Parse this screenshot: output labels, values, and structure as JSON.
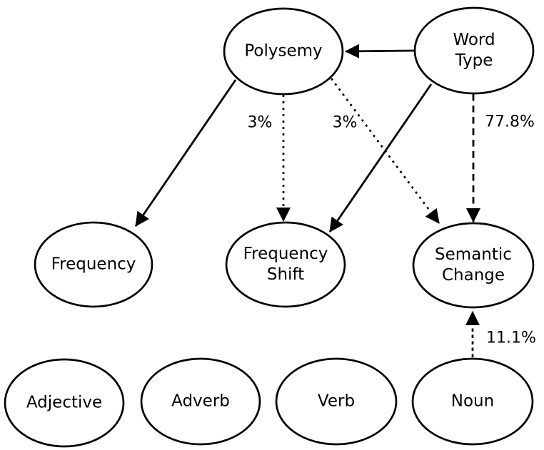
{
  "diagram": {
    "type": "directed-graph",
    "colors": {
      "background": "#ffffff",
      "stroke": "#000000",
      "text": "#000000"
    },
    "nodes": {
      "polysemy": {
        "label": "Polysemy"
      },
      "word_type": {
        "line1": "Word",
        "line2": "Type"
      },
      "frequency": {
        "label": "Frequency"
      },
      "frequency_shift": {
        "line1": "Frequency",
        "line2": "Shift"
      },
      "semantic_change": {
        "line1": "Semantic",
        "line2": "Change"
      },
      "adjective": {
        "label": "Adjective"
      },
      "adverb": {
        "label": "Adverb"
      },
      "verb": {
        "label": "Verb"
      },
      "noun": {
        "label": "Noun"
      }
    },
    "edges": [
      {
        "from": "Word Type",
        "to": "Polysemy",
        "style": "solid",
        "label": ""
      },
      {
        "from": "Polysemy",
        "to": "Frequency",
        "style": "solid",
        "label": ""
      },
      {
        "from": "Polysemy",
        "to": "Frequency Shift",
        "style": "dotted",
        "label": "3%"
      },
      {
        "from": "Polysemy",
        "to": "Semantic Change",
        "style": "dotted",
        "label": "3%"
      },
      {
        "from": "Word Type",
        "to": "Frequency Shift",
        "style": "solid",
        "label": ""
      },
      {
        "from": "Word Type",
        "to": "Semantic Change",
        "style": "dashed",
        "label": "77.8%"
      },
      {
        "from": "Noun",
        "to": "Semantic Change",
        "style": "dotted",
        "label": "11.1%"
      }
    ]
  }
}
